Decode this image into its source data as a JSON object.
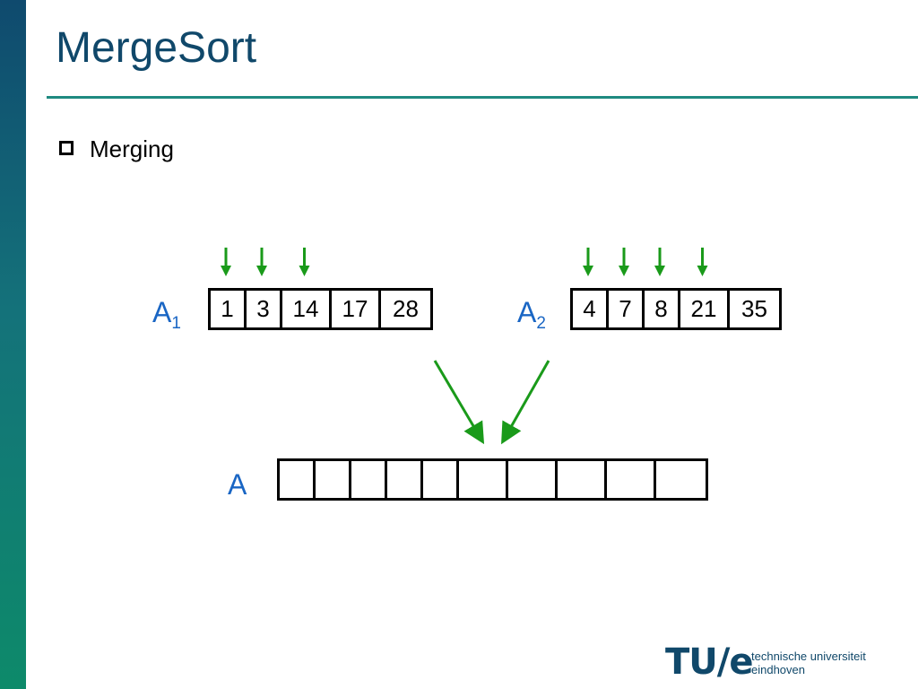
{
  "slide": {
    "title": "MergeSort",
    "bullet": "Merging"
  },
  "arrays": {
    "a1": {
      "label_base": "A",
      "label_sub": "1",
      "values": [
        "1",
        "3",
        "14",
        "17",
        "28"
      ]
    },
    "a2": {
      "label_base": "A",
      "label_sub": "2",
      "values": [
        "4",
        "7",
        "8",
        "21",
        "35"
      ]
    },
    "a": {
      "label": "A",
      "cell_count": 10
    }
  },
  "pointers": {
    "a1_cells_pointed": [
      0,
      1,
      2
    ],
    "a2_cells_pointed": [
      0,
      1,
      2,
      3
    ]
  },
  "footer": {
    "logo_text": "TU/e",
    "logo_subtext": "technische universiteit eindhoven"
  },
  "colors": {
    "title": "#10486a",
    "array_label": "#1a66c4",
    "arrow": "#1a9a1a"
  }
}
